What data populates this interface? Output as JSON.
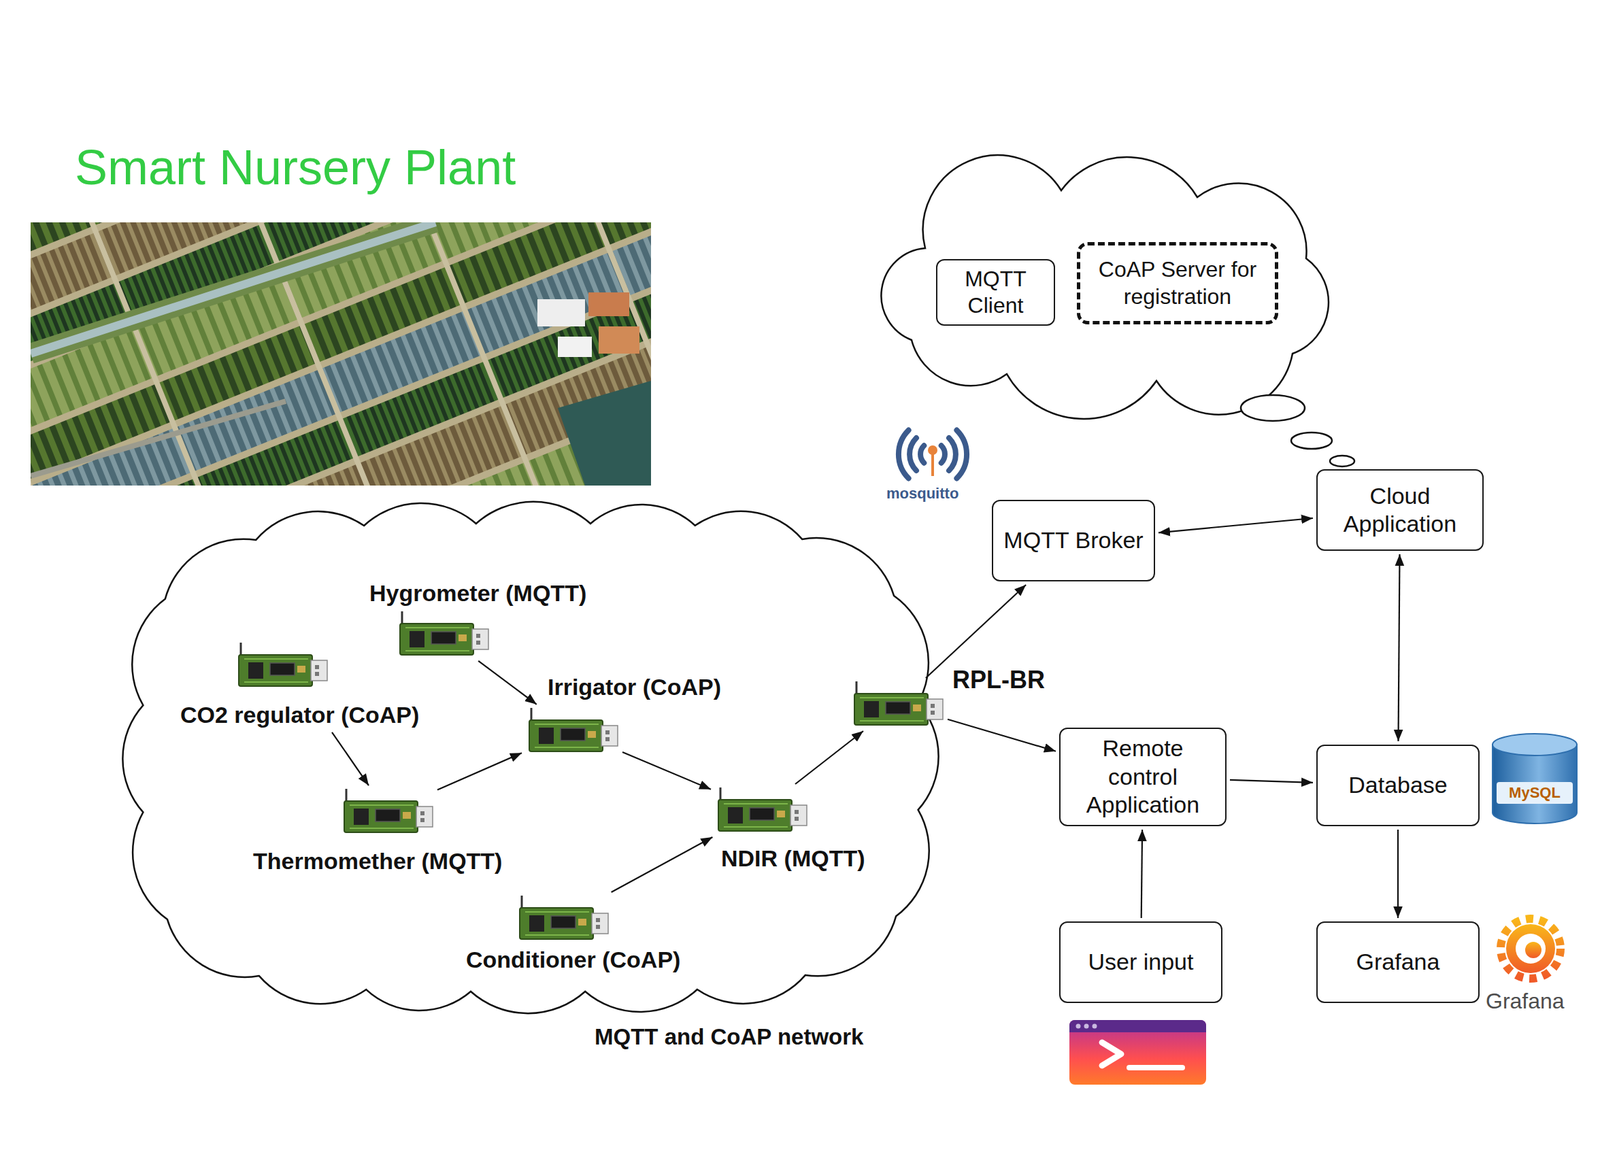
{
  "diagram": {
    "title": "Smart Nursery Plant",
    "nodes": [
      {
        "text": [
          "MQTT Client"
        ]
      },
      {
        "text": [
          "CoAP Server for registration"
        ]
      },
      {
        "text": [
          "MQTT Broker"
        ]
      },
      {
        "text": [
          "Cloud Application"
        ]
      },
      {
        "text": [
          "MQTT and CoAP network"
        ]
      },
      {
        "text": [
          "Hygrometer (MQTT)"
        ],
        "in": 4
      },
      {
        "text": [
          "CO2 regulator (CoAP)"
        ],
        "in": 4
      },
      {
        "text": [
          "Irrigator (CoAP)"
        ],
        "in": 4
      },
      {
        "text": [
          "Thermomether (MQTT)"
        ],
        "in": 4
      },
      {
        "text": [
          "NDIR (MQTT)"
        ],
        "in": 4
      },
      {
        "text": [
          "Conditioner (CoAP)"
        ],
        "in": 4
      },
      {
        "text": [
          "RPL-BR"
        ]
      },
      {
        "text": [
          "Remote control Application"
        ]
      },
      {
        "text": [
          "Database"
        ]
      },
      {
        "text": [
          "User input"
        ]
      },
      {
        "text": [
          "Grafana"
        ]
      }
    ],
    "edges": [
      {
        "from": 5,
        "to": 7,
        "arrow": "to"
      },
      {
        "from": 6,
        "to": 8,
        "arrow": "to"
      },
      {
        "from": 8,
        "to": 7,
        "arrow": "to"
      },
      {
        "from": 7,
        "to": 9,
        "arrow": "to"
      },
      {
        "from": 10,
        "to": 9,
        "arrow": "to"
      },
      {
        "from": 9,
        "to": 11,
        "arrow": "to"
      },
      {
        "from": 11,
        "to": 2,
        "arrow": "to"
      },
      {
        "from": 11,
        "to": 12,
        "arrow": "to"
      },
      {
        "from": 2,
        "to": 3,
        "arrow": "both"
      },
      {
        "from": 3,
        "to": 13,
        "arrow": "both"
      },
      {
        "from": 12,
        "to": 13,
        "arrow": "to"
      },
      {
        "from": 14,
        "to": 12,
        "arrow": "to"
      },
      {
        "from": 13,
        "to": 15,
        "arrow": "to"
      }
    ],
    "labels": [
      "mosquitto",
      "MySQL",
      "Grafana"
    ]
  }
}
